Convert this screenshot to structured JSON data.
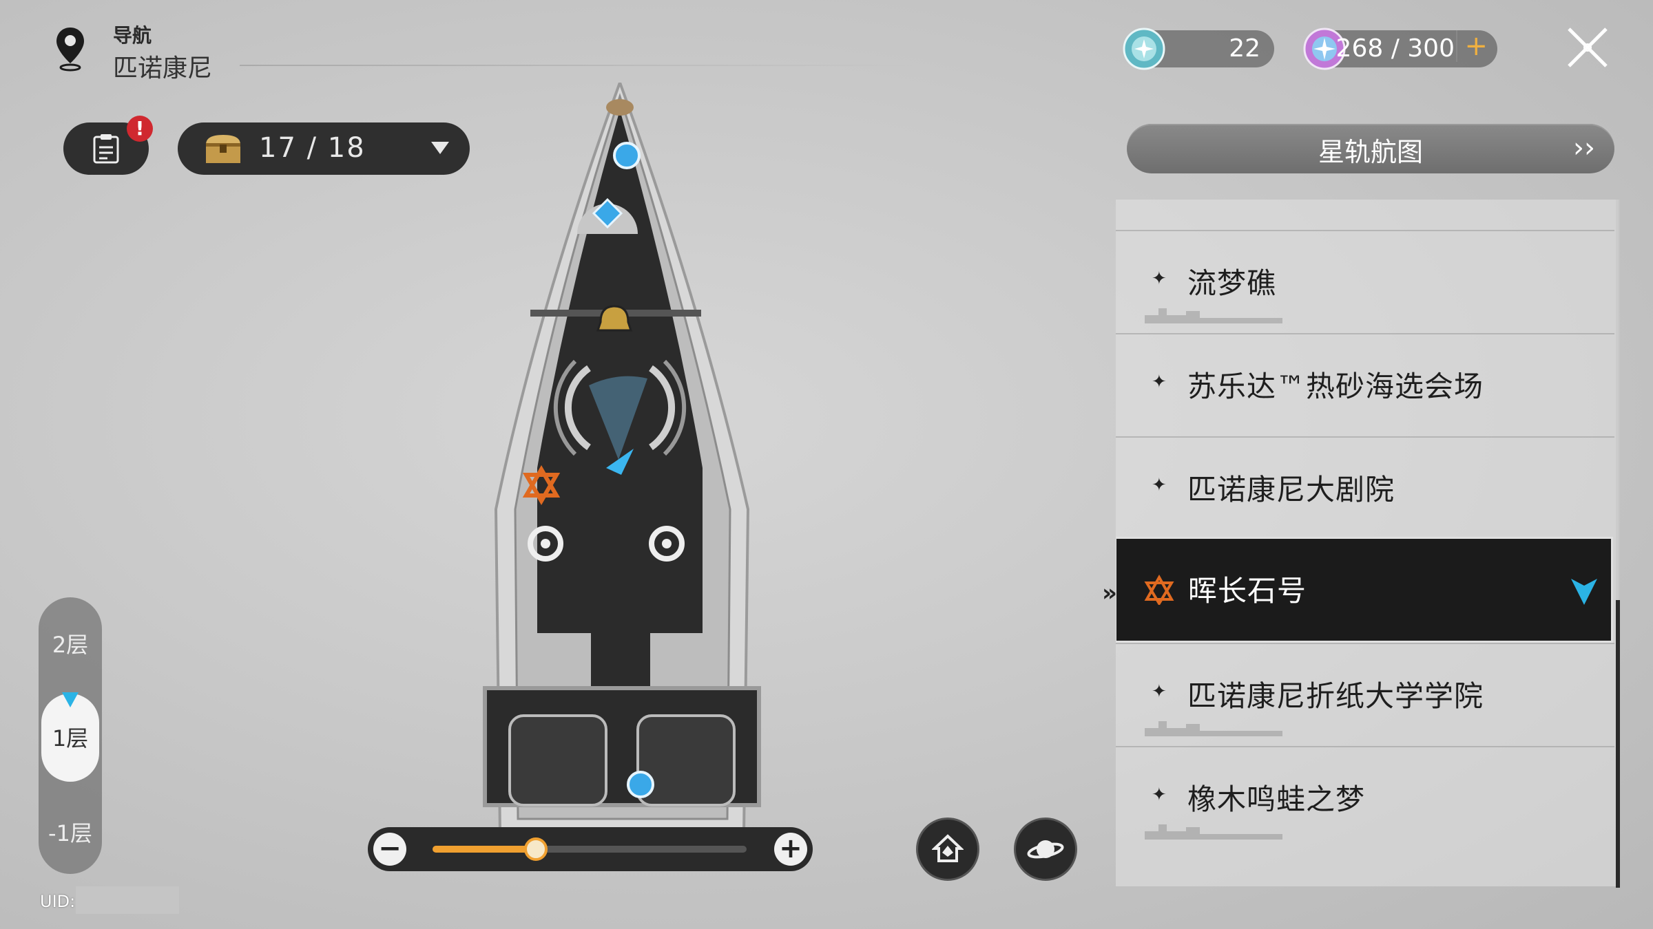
{
  "header": {
    "nav_label": "导航",
    "location": "匹诺康尼"
  },
  "currencies": [
    {
      "name": "fuel-currency",
      "value": "22",
      "icon": "crystal-orb-icon"
    },
    {
      "name": "trailblaze-power",
      "value": "268 / 300",
      "icon": "power-orb-icon"
    }
  ],
  "quest": {
    "badge": "!"
  },
  "chest": {
    "count": "17 / 18"
  },
  "star_rail_map": {
    "label": "星轨航图"
  },
  "floors": {
    "upper": "2层",
    "current": "1层",
    "lower": "-1层"
  },
  "uid": {
    "label": "UID:"
  },
  "zoom": {
    "minus": "−",
    "plus": "+",
    "level": 0.33
  },
  "locations": [
    {
      "name": "流梦礁",
      "selected": false
    },
    {
      "name": "苏乐达™热砂海选会场",
      "selected": false
    },
    {
      "name": "匹诺康尼大剧院",
      "selected": false
    },
    {
      "name": "晖长石号",
      "selected": true
    },
    {
      "name": "匹诺康尼折纸大学学院",
      "selected": false
    },
    {
      "name": "橡木鸣蛙之梦",
      "selected": false
    }
  ],
  "colors": {
    "accent_blue": "#2bb3e5",
    "accent_orange": "#f0a030",
    "badge_red": "#d0282f",
    "panel_dark": "#2a2a2a"
  }
}
